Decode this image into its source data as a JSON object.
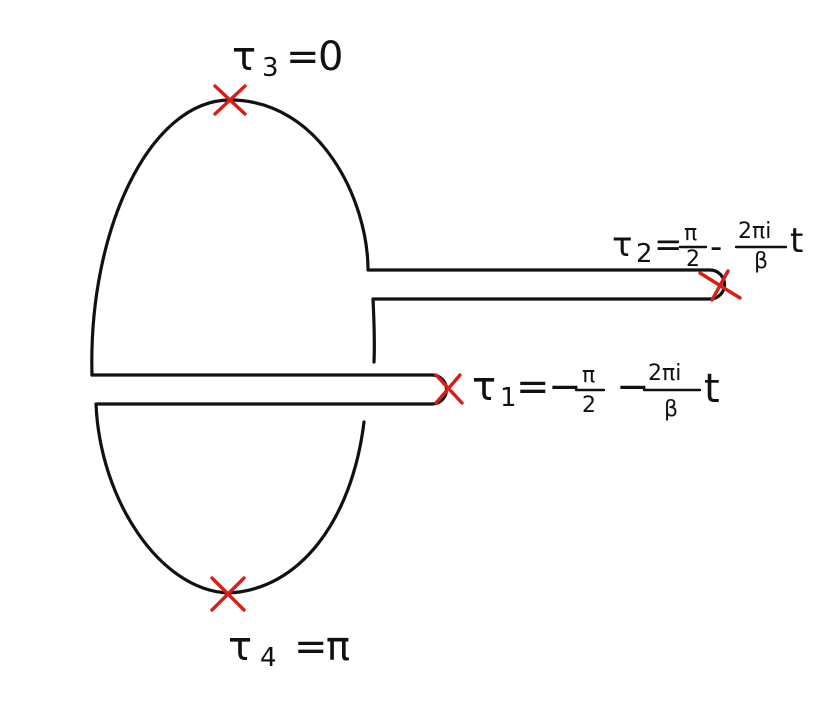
{
  "colors": {
    "contour": "#111111",
    "marker": "#d91e18",
    "background": "#ffffff"
  },
  "markers": {
    "tau3": {
      "symbol": "τ",
      "sub": "3",
      "rel": "=",
      "value": "0"
    },
    "tau4": {
      "symbol": "τ",
      "sub": "4",
      "rel": "=",
      "value": "π"
    },
    "tau2": {
      "symbol": "τ",
      "sub": "2",
      "rel": "=",
      "frac1_num": "π",
      "frac1_den": "2",
      "op": "-",
      "frac2_num": "2πi",
      "frac2_den": "β",
      "tail": "t"
    },
    "tau1": {
      "symbol": "τ",
      "sub": "1",
      "rel": "=",
      "lead": "−",
      "frac1_num": "π",
      "frac1_den": "2",
      "op": "−",
      "frac2_num": "2πi",
      "frac2_den": "β",
      "tail": "t"
    }
  },
  "marker_icon": "cross-mark"
}
